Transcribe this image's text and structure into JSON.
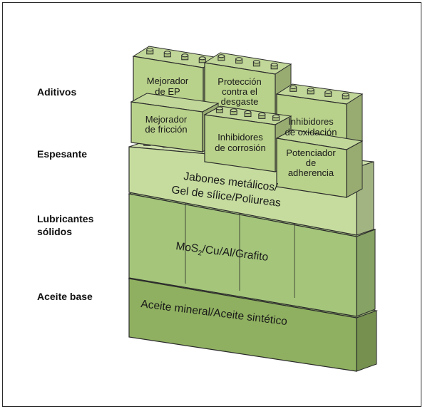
{
  "categories": {
    "additives": "Aditivos",
    "thickener": "Espesante",
    "solid_lubricants_line1": "Lubricantes",
    "solid_lubricants_line2": "sólidos",
    "base_oil": "Aceite base"
  },
  "blocks": {
    "ep_improver": [
      "Mejorador",
      "de EP"
    ],
    "wear_protection": [
      "Protección",
      "contra el",
      "desgaste"
    ],
    "friction_improver": [
      "Mejorador",
      "de fricción"
    ],
    "corrosion_inhibitors": [
      "Inhibidores",
      "de corrosión"
    ],
    "oxidation_inhibitors": [
      "Inhibidores",
      "de oxidación"
    ],
    "adhesion_enhancer": [
      "Potenciador",
      "de",
      "adherencia"
    ]
  },
  "layers": {
    "thickener_line1": "Jabones metálicos/",
    "thickener_line2": "Gel de sílice/Poliureas",
    "solid_prefix": "MoS",
    "solid_sub": "2",
    "solid_suffix": "/Cu/Al/Grafito",
    "base_oil_text": "Aceite mineral/Aceite sintético"
  },
  "colors": {
    "base_oil": "#8fb060",
    "solid": "#a4c57a",
    "thickener": "#c6dc9e",
    "additive": "#b9d28b",
    "outline": "#2b2b2b"
  }
}
